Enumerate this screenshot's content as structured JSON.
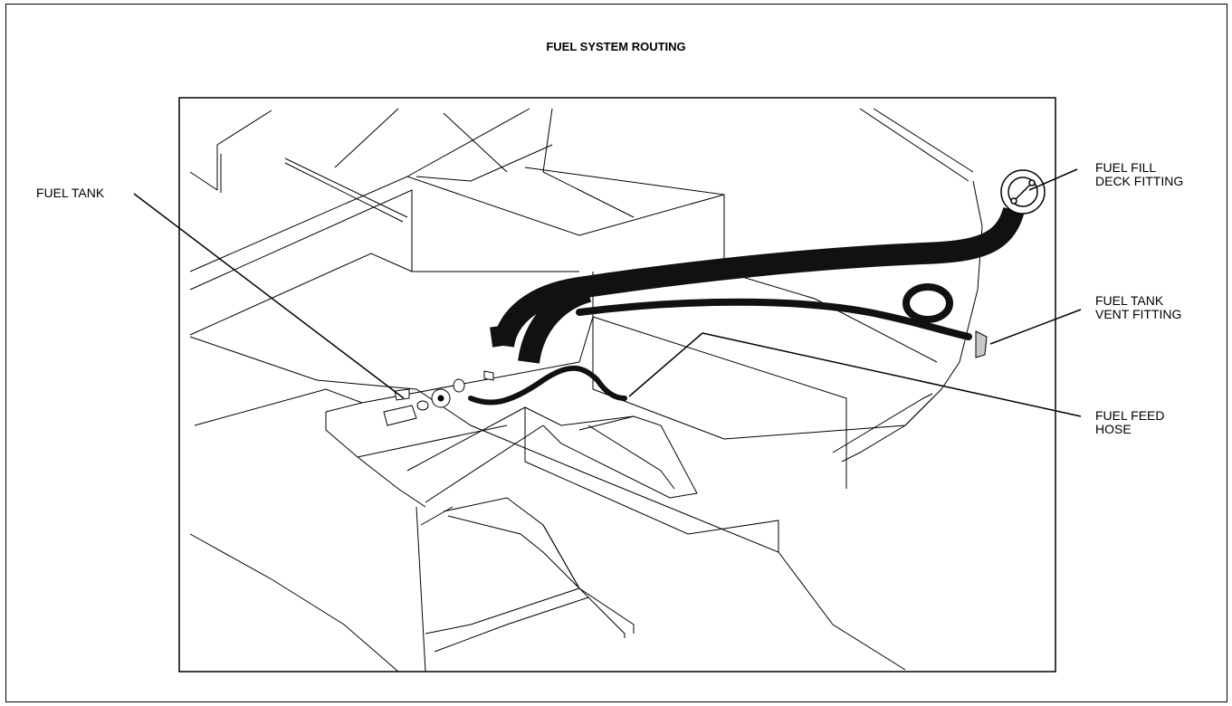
{
  "title": "FUEL SYSTEM ROUTING",
  "callouts": {
    "fuel_tank": "FUEL TANK",
    "fill_fitting": "FUEL FILL\nDECK FITTING",
    "vent_fitting": "FUEL TANK\nVENT FITTING",
    "feed_hose": "FUEL FEED\nHOSE"
  },
  "colors": {
    "line": "#000000",
    "hose": "#111111",
    "fill": "#ffffff",
    "vent_fitting": "#c8c8c8"
  }
}
